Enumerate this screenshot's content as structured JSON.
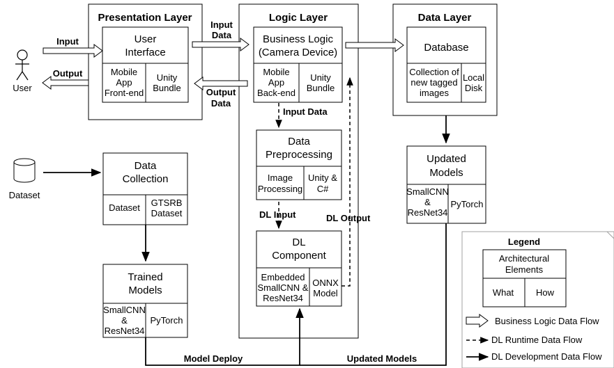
{
  "layers": {
    "presentation": "Presentation Layer",
    "logic": "Logic Layer",
    "data": "Data Layer"
  },
  "actors": {
    "user": "User",
    "dataset": "Dataset"
  },
  "components": {
    "user_interface": {
      "title": [
        "User",
        "Interface"
      ],
      "what": [
        "Mobile",
        "App",
        "Front-end"
      ],
      "how": [
        "Unity",
        "Bundle"
      ]
    },
    "business_logic": {
      "title": [
        "Business Logic",
        "(Camera Device)"
      ],
      "what": [
        "Mobile",
        "App",
        "Back-end"
      ],
      "how": [
        "Unity",
        "Bundle"
      ]
    },
    "database": {
      "title": [
        "Database"
      ],
      "what": [
        "Collection of",
        "new tagged",
        "images"
      ],
      "how": [
        "Local",
        "Disk"
      ]
    },
    "data_preprocessing": {
      "title": [
        "Data",
        "Preprocessing"
      ],
      "what": [
        "Image",
        "Processing"
      ],
      "how": [
        "Unity &",
        "C#"
      ]
    },
    "dl_component": {
      "title": [
        "DL",
        "Component"
      ],
      "what": [
        "Embedded",
        "SmallCNN &",
        "ResNet34"
      ],
      "how": [
        "ONNX",
        "Model"
      ]
    },
    "updated_models": {
      "title": [
        "Updated",
        "Models"
      ],
      "what": [
        "SmallCNN",
        "&",
        "ResNet34"
      ],
      "how": [
        "PyTorch"
      ]
    },
    "data_collection": {
      "title": [
        "Data",
        "Collection"
      ],
      "what": [
        "Dataset"
      ],
      "how": [
        "GTSRB",
        "Dataset"
      ]
    },
    "trained_models": {
      "title": [
        "Trained",
        "Models"
      ],
      "what": [
        "SmallCNN",
        "&",
        "ResNet34"
      ],
      "how": [
        "PyTorch"
      ]
    }
  },
  "flow_labels": {
    "input": "Input",
    "output": "Output",
    "input_data_top": [
      "Input",
      "Data"
    ],
    "output_data": [
      "Output",
      "Data"
    ],
    "input_data_mid": "Input Data",
    "dl_input": "DL Input",
    "dl_output": "DL Output",
    "model_deploy": "Model Deploy",
    "updated_models": "Updated Models"
  },
  "legend": {
    "title": "Legend",
    "element_title": [
      "Architectural",
      "Elements"
    ],
    "what": "What",
    "how": "How",
    "items": [
      {
        "style": "hollow",
        "label": "Business Logic Data Flow"
      },
      {
        "style": "dashed",
        "label": "DL Runtime Data Flow"
      },
      {
        "style": "solid",
        "label": "DL Development Data Flow"
      }
    ]
  }
}
